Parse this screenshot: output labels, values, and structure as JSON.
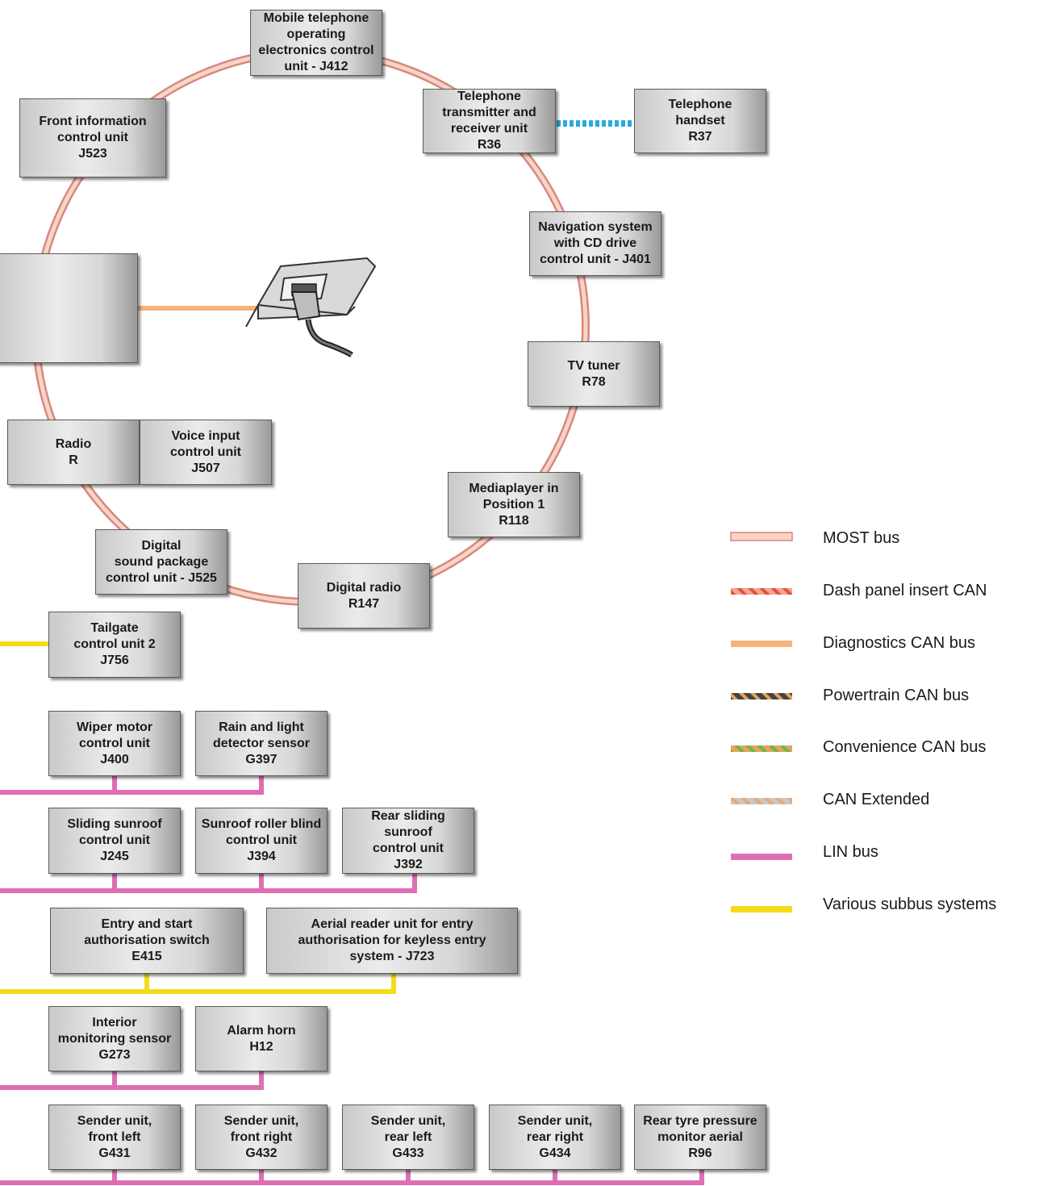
{
  "units": {
    "j412": "Mobile telephone\noperating\nelectronics control\nunit - J412",
    "j523": "Front information\ncontrol unit\nJ523",
    "r36": "Telephone\ntransmitter and\nreceiver unit\nR36",
    "r37": "Telephone\nhandset\nR37",
    "j401": "Navigation system\nwith CD drive\ncontrol unit - J401",
    "r78": "TV tuner\nR78",
    "radio": "Radio\nR",
    "j507": "Voice input\ncontrol unit\nJ507",
    "r118": "Mediaplayer in\nPosition 1\nR118",
    "j525": "Digital\nsound package\ncontrol unit - J525",
    "r147": "Digital radio\nR147",
    "j756": "Tailgate\ncontrol unit 2\nJ756",
    "j400": "Wiper motor\ncontrol unit\nJ400",
    "g397": "Rain and light\ndetector sensor\nG397",
    "j245": "Sliding sunroof\ncontrol unit\nJ245",
    "j394": "Sunroof roller blind\ncontrol unit\nJ394",
    "j392": "Rear sliding\nsunroof\ncontrol unit\nJ392",
    "e415": "Entry and start\nauthorisation switch\nE415",
    "j723": "Aerial reader unit for entry\nauthorisation for keyless entry\nsystem - J723",
    "g273": "Interior\nmonitoring sensor\nG273",
    "h12": "Alarm horn\nH12",
    "g431": "Sender unit,\nfront left\nG431",
    "g432": "Sender unit,\nfront right\nG432",
    "g433": "Sender unit,\nrear left\nG433",
    "g434": "Sender unit,\nrear right\nG434",
    "r96": "Rear tyre pressure\nmonitor aerial\nR96"
  },
  "legend": [
    {
      "label": "MOST bus",
      "color": "#f4b5a6",
      "style": "solid"
    },
    {
      "label": "Dash panel insert CAN",
      "color": "#e8503c",
      "style": "hatched"
    },
    {
      "label": "Diagnostics CAN bus",
      "color": "#f7b27a",
      "style": "solid"
    },
    {
      "label": "Powertrain CAN bus",
      "color": "#c07a36",
      "style": "hatched"
    },
    {
      "label": "Convenience CAN bus",
      "color": "#6ab84a",
      "style": "hatched"
    },
    {
      "label": "CAN Extended",
      "color": "#e9a877",
      "style": "hatched"
    },
    {
      "label": "LIN bus",
      "color": "#df6fb1",
      "style": "solid"
    },
    {
      "label": "Various subbus systems",
      "color": "#f5dc1a",
      "style": "solid"
    }
  ],
  "colors": {
    "most": "#f4b5a6",
    "diagnostics": "#f7b27a",
    "lin": "#df6fb1",
    "subbus": "#f5dc1a",
    "handset_link": "#2aa9e0"
  },
  "icons": [
    "diagnostic-connector-icon"
  ]
}
